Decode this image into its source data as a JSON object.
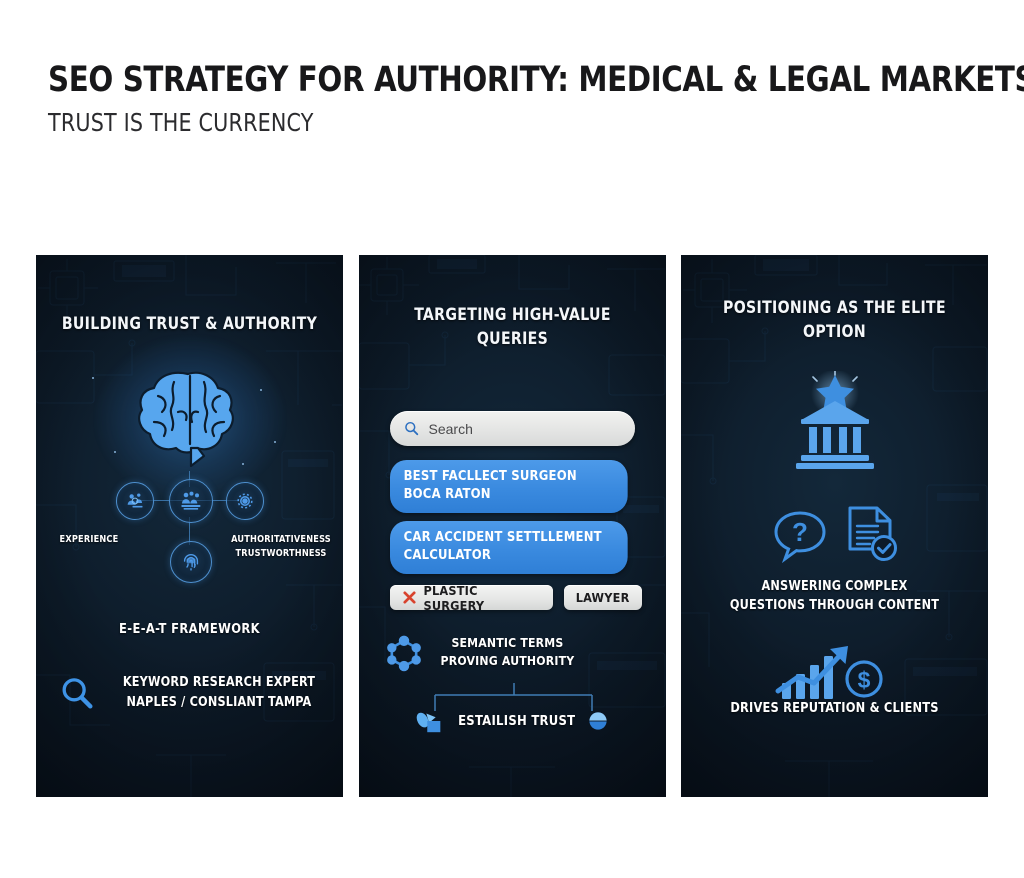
{
  "header": {
    "title": "SEO STRATEGY FOR AUTHORITY: MEDICAL & LEGAL MARKETS",
    "subtitle": "TRUST IS THE CURRENCY"
  },
  "colors": {
    "panel_bg": "#0d1b29",
    "accent_blue": "#3a8adf",
    "icon_blue": "#4e9ae8",
    "line_blue": "#3f7cb4",
    "chip_bg": "#e6e7e6",
    "text_white": "#ffffff",
    "title_black": "#18181a",
    "red_x": "#d8432e"
  },
  "panels": [
    {
      "id": "building-trust",
      "title": "BUILDING TRUST & AUTHORITY",
      "hero_icon": "brain-icon",
      "nodes": [
        {
          "icon": "experience-icon",
          "name": "node-experience"
        },
        {
          "icon": "expertise-icon",
          "name": "node-expertise"
        },
        {
          "icon": "authoritativeness-gear-icon",
          "name": "node-authoritativeness"
        },
        {
          "icon": "trustworthiness-fingerprint-icon",
          "name": "node-trustworthiness"
        }
      ],
      "labels": {
        "left": "EXPERIENCE",
        "right_line1": "AUTHORITATIVENESS",
        "right_line2": "TRUSTWORTHNESS"
      },
      "framework_label": "E-E-A-T FRAMEWORK",
      "footer_icon": "magnifier-icon",
      "footer_line1": "KEYWORD RESEARCH EXPERT",
      "footer_line2": "NAPLES / CONSLIANT TAMPA"
    },
    {
      "id": "targeting-queries",
      "title": "TARGETING HIGH-VALUE QUERIES",
      "search": {
        "icon": "search-icon",
        "placeholder": "Search",
        "value": ""
      },
      "query_pills": [
        {
          "line1": "BEST FACLLECT SURGEON",
          "line2": "BOCA RATON"
        },
        {
          "line1": "CAR ACCIDENT SETTLLEMENT",
          "line2": "CALCULATOR"
        }
      ],
      "chips": [
        {
          "label": "PLASTIC SURGERY",
          "icon": "red-x-icon",
          "has_icon": true
        },
        {
          "label": "LAWYER",
          "icon": "",
          "has_icon": false
        }
      ],
      "semantic": {
        "icon": "molecule-icon",
        "line1": "SEMANTIC TERMS",
        "line2": "PROVING AUTHORITY"
      },
      "trust": {
        "left_icon": "cursor-click-icon",
        "label": "ESTAILISH TRUST",
        "right_icon": "sphere-icon"
      }
    },
    {
      "id": "positioning-elite",
      "title": "POSITIONING AS THE ELITE OPTION",
      "hero_icon": "bank-star-icon",
      "qa_icons": [
        {
          "icon": "question-bubble-icon"
        },
        {
          "icon": "document-check-icon"
        }
      ],
      "answering_line1": "ANSWERING COMPLEX",
      "answering_line2": "QUESTIONS THROUGH CONTENT",
      "growth_icon": "growth-chart-dollar-icon",
      "drives_label": "DRIVES REPUTATION & CLIENTS"
    }
  ]
}
